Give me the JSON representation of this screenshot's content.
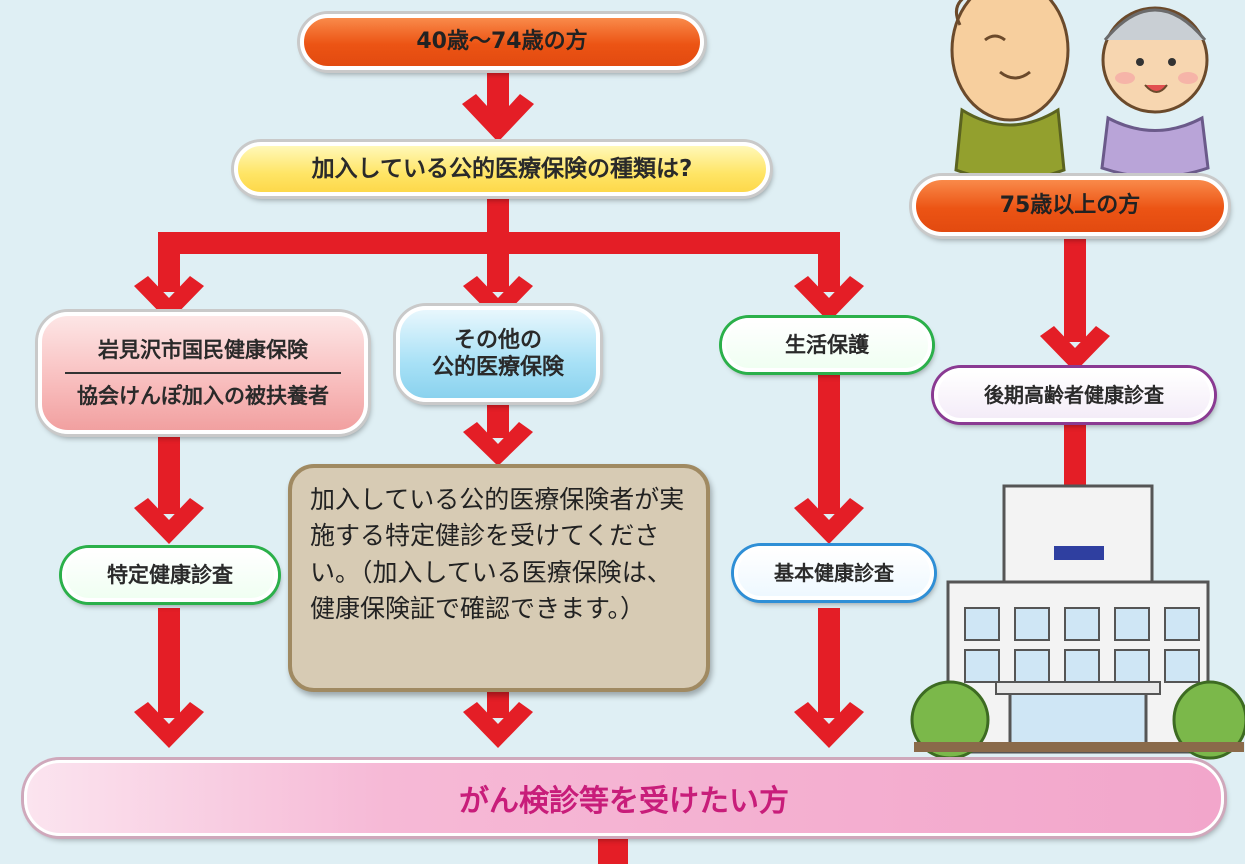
{
  "top": {
    "label": "40歳～74歳の方"
  },
  "question": {
    "label": "加入している公的医療保険の種類は?"
  },
  "senior": {
    "label": "75歳以上の方",
    "exam": "後期高齢者健康診査"
  },
  "branches": {
    "national": {
      "line1": "岩見沢市国民健康保険",
      "line2": "協会けんぽ加入の被扶養者",
      "exam": "特定健康診査"
    },
    "other": {
      "line1": "その他の",
      "line2": "公的医療保険"
    },
    "welfare": {
      "label": "生活保護",
      "exam": "基本健康診査"
    }
  },
  "note": {
    "text": "加入している公的医療保険者が実施する特定健診を受けてください。（加入している医療保険は、健康保険証で確認できます。）"
  },
  "bottom": {
    "label": "がん検診等を受けたい方"
  },
  "colors": {
    "arrow": "#e41e26",
    "accent": "#c81d7a"
  },
  "icons": [
    "elderly-couple-illustration",
    "hospital-building-illustration"
  ]
}
